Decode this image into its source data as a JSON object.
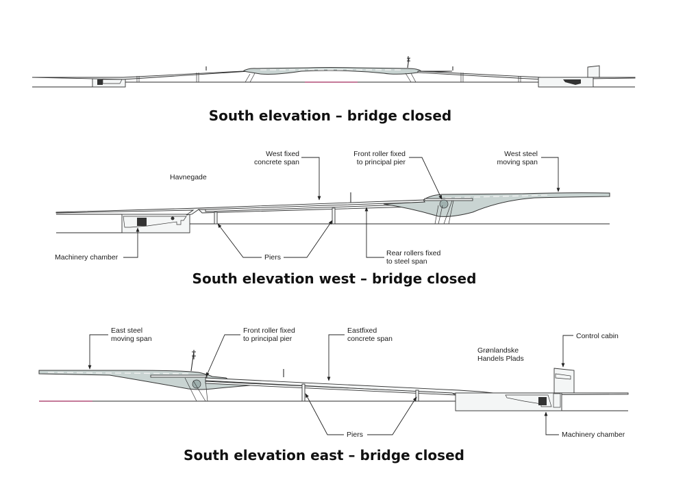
{
  "diagram": {
    "type": "bridge-elevation-drawing",
    "palette": {
      "line": "#2a2a2a",
      "steel_fill": "#c9d4d2",
      "water_line": "#a0285a",
      "background": "#ffffff"
    },
    "panels": [
      {
        "id": "overall",
        "title": "South elevation – bridge closed",
        "labels": []
      },
      {
        "id": "west",
        "title": "South elevation west – bridge closed",
        "labels": {
          "place": "Havnegade",
          "west_fixed": [
            "West fixed",
            "concrete span"
          ],
          "front_roller": [
            "Front roller fixed",
            "to principal pier"
          ],
          "west_steel": [
            "West steel",
            "moving span"
          ],
          "machinery": "Machinery chamber",
          "piers": "Piers",
          "rear_rollers": [
            "Rear rollers fixed",
            "to steel span"
          ]
        }
      },
      {
        "id": "east",
        "title": "South elevation east – bridge closed",
        "labels": {
          "east_steel": [
            "East steel",
            "moving span"
          ],
          "front_roller": [
            "Front roller fixed",
            "to principal pier"
          ],
          "east_fixed": [
            "Eastfixed",
            "concrete span"
          ],
          "place": [
            "Grønlandske",
            "Handels Plads"
          ],
          "control_cabin": "Control cabin",
          "piers": "Piers",
          "machinery": "Machinery chamber"
        }
      }
    ]
  }
}
